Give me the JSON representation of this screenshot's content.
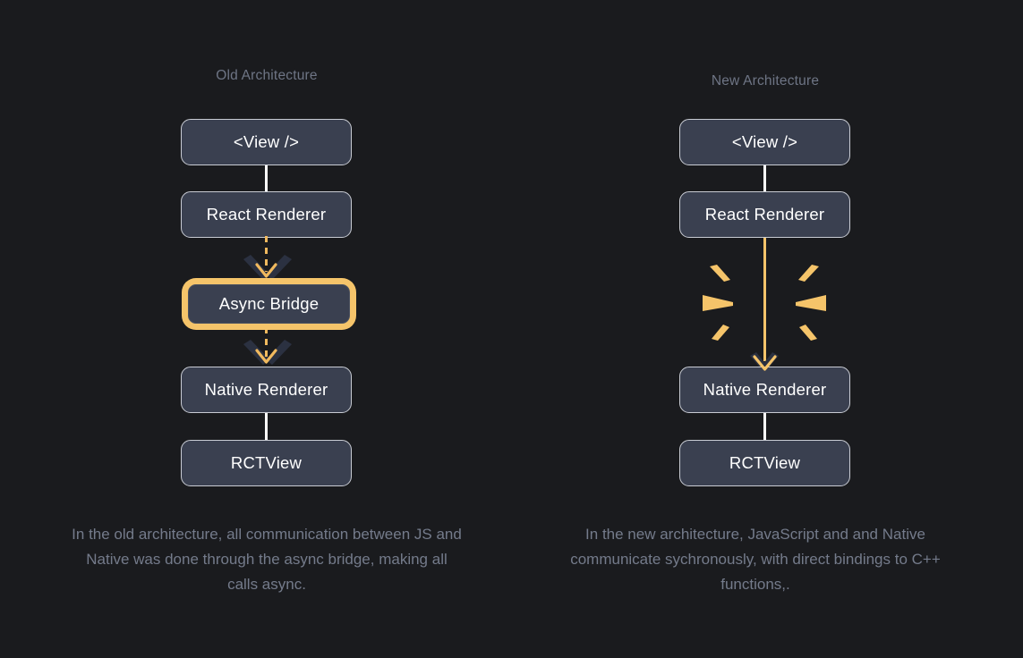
{
  "theme": {
    "background": "#1a1b1e",
    "node_fill": "#3a4050",
    "node_border": "#c9ccd4",
    "node_text": "#ffffff",
    "accent_amber": "#f5c46a",
    "dashed_amber": "#f0b95e",
    "muted_text": "#6e7585",
    "caption_text": "#747b8b",
    "chevron_dark": "#2b3141"
  },
  "diagram": {
    "type": "comparison-flow",
    "columns": [
      {
        "id": "old",
        "title": "Old Architecture",
        "nodes": [
          {
            "id": "view",
            "label": "<View />",
            "highlighted": false
          },
          {
            "id": "react-renderer",
            "label": "React Renderer",
            "highlighted": false
          },
          {
            "id": "async-bridge",
            "label": "Async Bridge",
            "highlighted": true
          },
          {
            "id": "native-renderer",
            "label": "Native Renderer",
            "highlighted": false
          },
          {
            "id": "rctview",
            "label": "RCTView",
            "highlighted": false
          }
        ],
        "connectors": [
          {
            "from": "view",
            "to": "react-renderer",
            "style": "solid",
            "color": "#ffffff",
            "arrow": false
          },
          {
            "from": "react-renderer",
            "to": "async-bridge",
            "style": "dashed",
            "color": "#f0b95e",
            "arrow": true
          },
          {
            "from": "async-bridge",
            "to": "native-renderer",
            "style": "dashed",
            "color": "#f0b95e",
            "arrow": true
          },
          {
            "from": "native-renderer",
            "to": "rctview",
            "style": "solid",
            "color": "#ffffff",
            "arrow": false
          }
        ],
        "caption": "In the old architecture, all communication between JS and Native was done through the async bridge, making all calls async."
      },
      {
        "id": "new",
        "title": "New Architecture",
        "nodes": [
          {
            "id": "view",
            "label": "<View />",
            "highlighted": false
          },
          {
            "id": "react-renderer",
            "label": "React Renderer",
            "highlighted": false
          },
          {
            "id": "native-renderer",
            "label": "Native Renderer",
            "highlighted": false
          },
          {
            "id": "rctview",
            "label": "RCTView",
            "highlighted": false
          }
        ],
        "connectors": [
          {
            "from": "view",
            "to": "react-renderer",
            "style": "solid",
            "color": "#ffffff",
            "arrow": false
          },
          {
            "from": "react-renderer",
            "to": "native-renderer",
            "style": "solid",
            "color": "#f5c46a",
            "arrow": true
          },
          {
            "from": "native-renderer",
            "to": "rctview",
            "style": "solid",
            "color": "#ffffff",
            "arrow": false
          }
        ],
        "decoration": {
          "name": "bridge-removed-burst",
          "rays": 6,
          "color": "#f5c46a"
        },
        "caption": "In the new architecture, JavaScript and and Native communicate sychronously, with direct bindings to C++ functions,."
      }
    ]
  }
}
